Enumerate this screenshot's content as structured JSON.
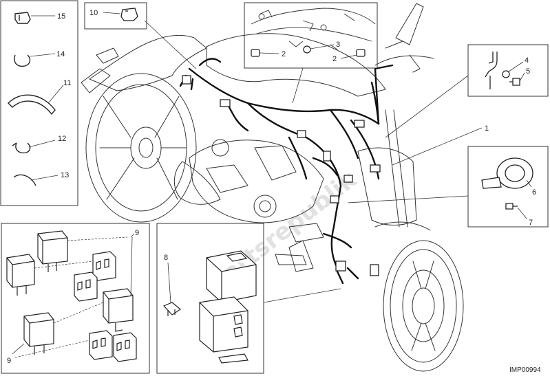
{
  "diagram": {
    "drawing_code": "IMP00994",
    "watermark": "Partsrepublik",
    "callouts": {
      "c1": "1",
      "c2a": "2",
      "c2b": "2",
      "c3": "3",
      "c4": "4",
      "c5": "5",
      "c6": "6",
      "c7": "7",
      "c8": "8",
      "c9a": "9",
      "c9b": "9",
      "c10": "10",
      "c11": "11",
      "c12": "12",
      "c13": "13",
      "c14": "14",
      "c15": "15"
    }
  }
}
